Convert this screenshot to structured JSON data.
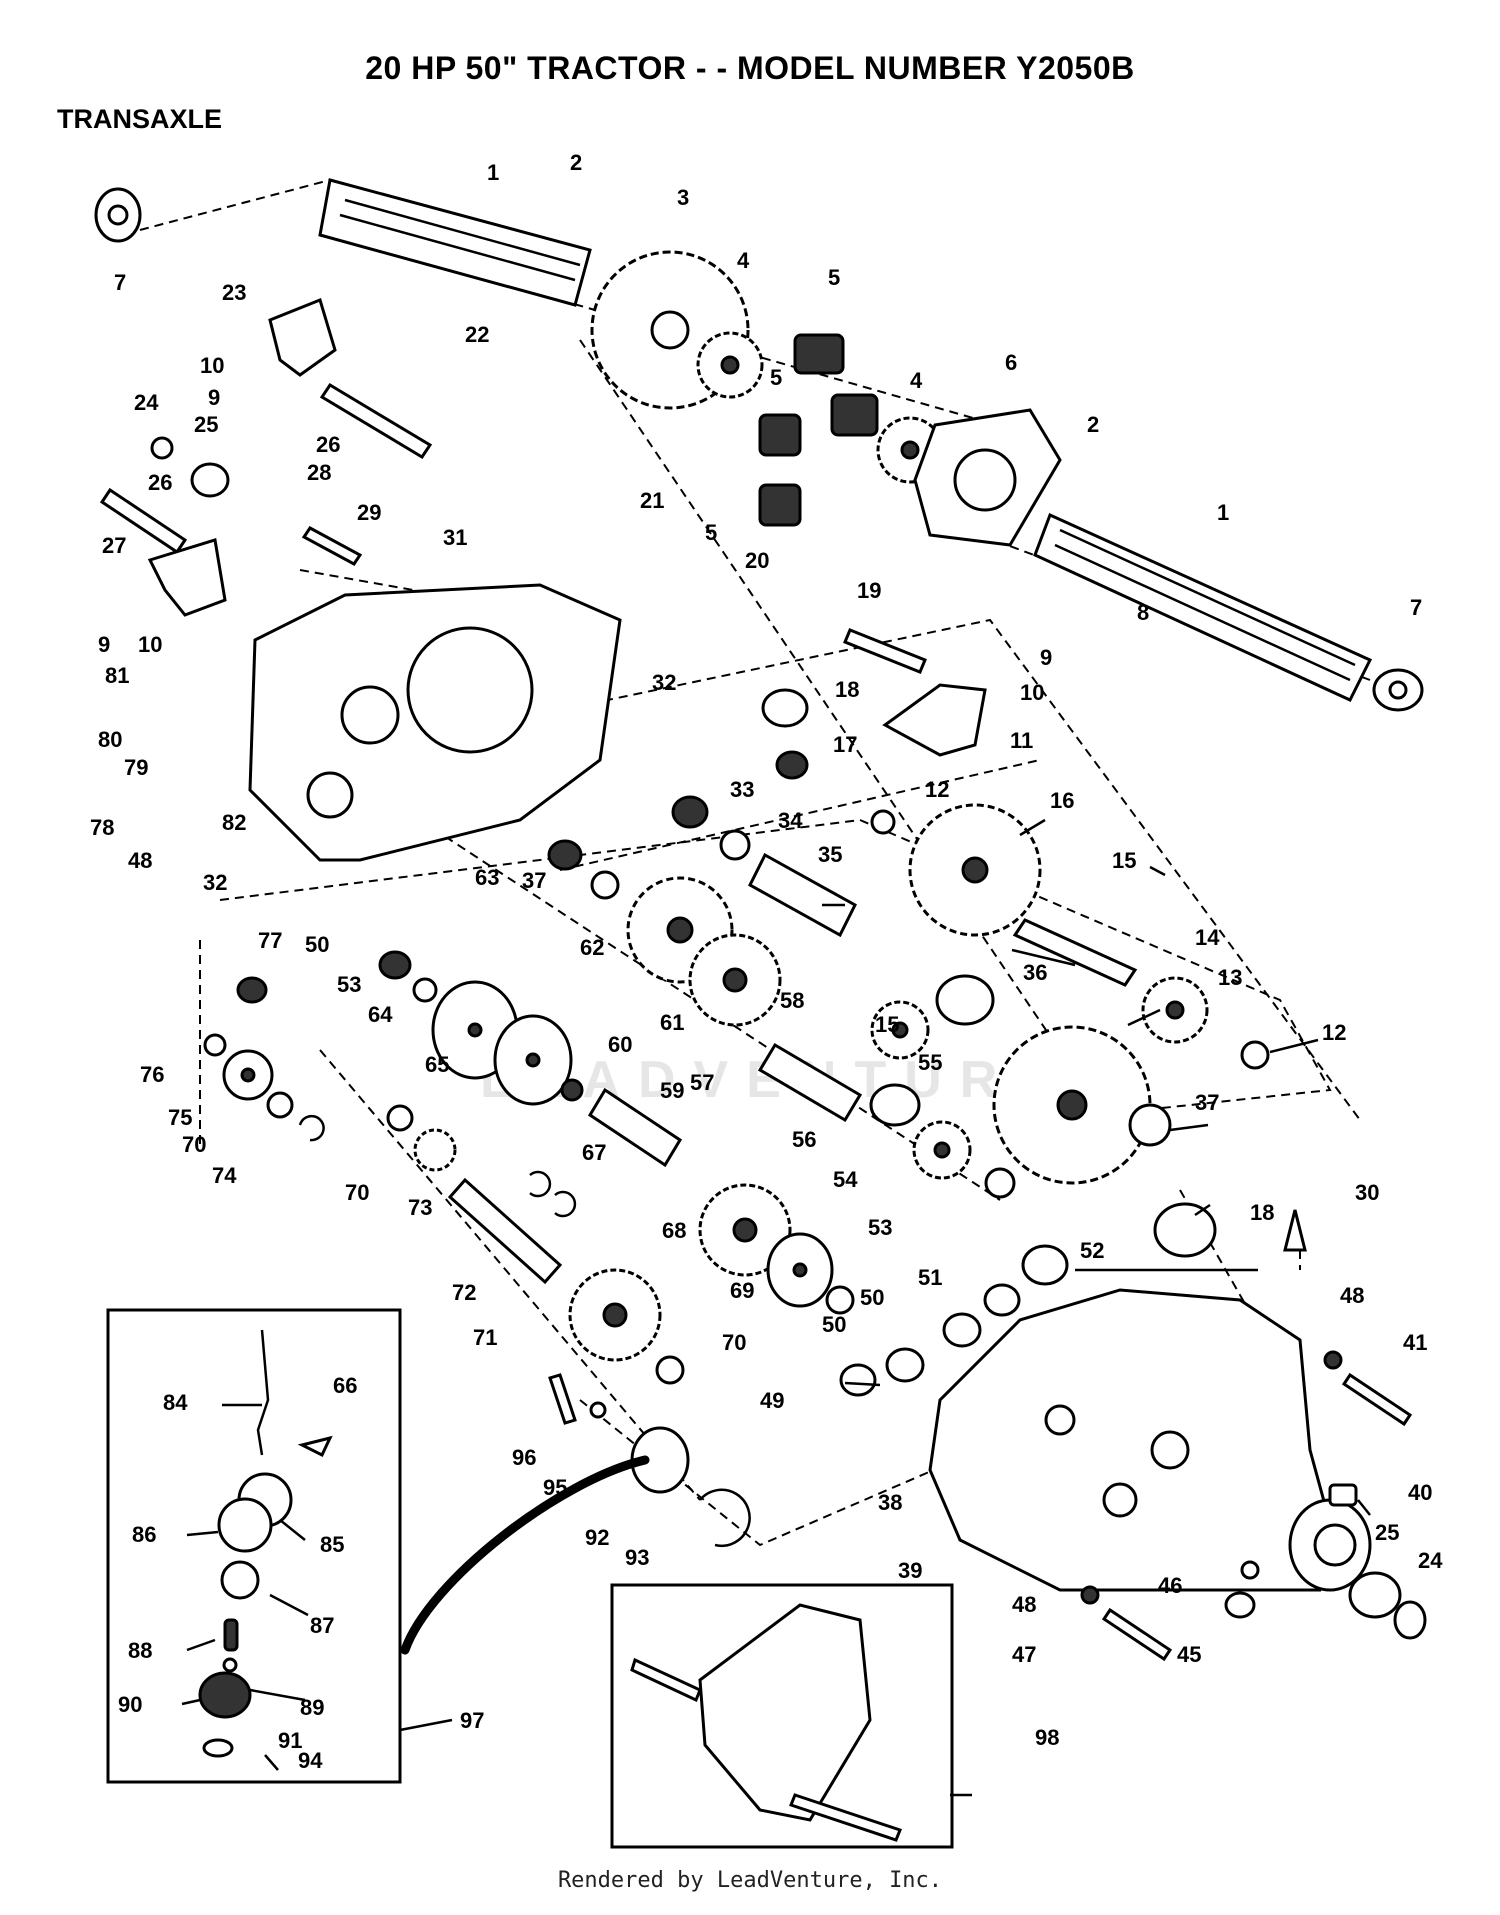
{
  "header": {
    "title": "20 HP 50\" TRACTOR - - MODEL NUMBER Y2050B",
    "section": "TRANSAXLE"
  },
  "watermark": "LEADVENTURE",
  "footer": "Rendered by LeadVenture, Inc.",
  "callouts": {
    "c1a": "1",
    "c1b": "1",
    "c2a": "2",
    "c2b": "2",
    "c3": "3",
    "c4a": "4",
    "c4b": "4",
    "c5a": "5",
    "c5b": "5",
    "c5c": "5",
    "c6": "6",
    "c7a": "7",
    "c7b": "7",
    "c8": "8",
    "c9a": "9",
    "c9b": "9",
    "c9c": "9",
    "c10a": "10",
    "c10b": "10",
    "c10c": "10",
    "c11": "11",
    "c12a": "12",
    "c12b": "12",
    "c13": "13",
    "c14": "14",
    "c15a": "15",
    "c15b": "15",
    "c16": "16",
    "c17": "17",
    "c18a": "18",
    "c18b": "18",
    "c19": "19",
    "c20": "20",
    "c21": "21",
    "c22": "22",
    "c23": "23",
    "c24a": "24",
    "c24b": "24",
    "c25a": "25",
    "c25b": "25",
    "c26a": "26",
    "c26b": "26",
    "c27": "27",
    "c28": "28",
    "c29": "29",
    "c30": "30",
    "c31": "31",
    "c32a": "32",
    "c32b": "32",
    "c33": "33",
    "c34": "34",
    "c35": "35",
    "c36": "36",
    "c37a": "37",
    "c37b": "37",
    "c38": "38",
    "c39": "39",
    "c40": "40",
    "c41": "41",
    "c45": "45",
    "c46": "46",
    "c47": "47",
    "c48a": "48",
    "c48b": "48",
    "c48c": "48",
    "c49": "49",
    "c50a": "50",
    "c50b": "50",
    "c50c": "50",
    "c51": "51",
    "c52": "52",
    "c53a": "53",
    "c53b": "53",
    "c54": "54",
    "c55": "55",
    "c56": "56",
    "c57": "57",
    "c58": "58",
    "c59": "59",
    "c60": "60",
    "c61": "61",
    "c62": "62",
    "c63": "63",
    "c64": "64",
    "c65": "65",
    "c66": "66",
    "c67": "67",
    "c68": "68",
    "c69": "69",
    "c70a": "70",
    "c70b": "70",
    "c70c": "70",
    "c71": "71",
    "c72": "72",
    "c73": "73",
    "c74": "74",
    "c75": "75",
    "c76": "76",
    "c77": "77",
    "c78": "78",
    "c79": "79",
    "c80": "80",
    "c81": "81",
    "c82": "82",
    "c84": "84",
    "c85": "85",
    "c86": "86",
    "c87": "87",
    "c88": "88",
    "c89": "89",
    "c90": "90",
    "c91": "91",
    "c92": "92",
    "c93": "93",
    "c94": "94",
    "c95": "95",
    "c96": "96",
    "c97": "97",
    "c98": "98"
  }
}
